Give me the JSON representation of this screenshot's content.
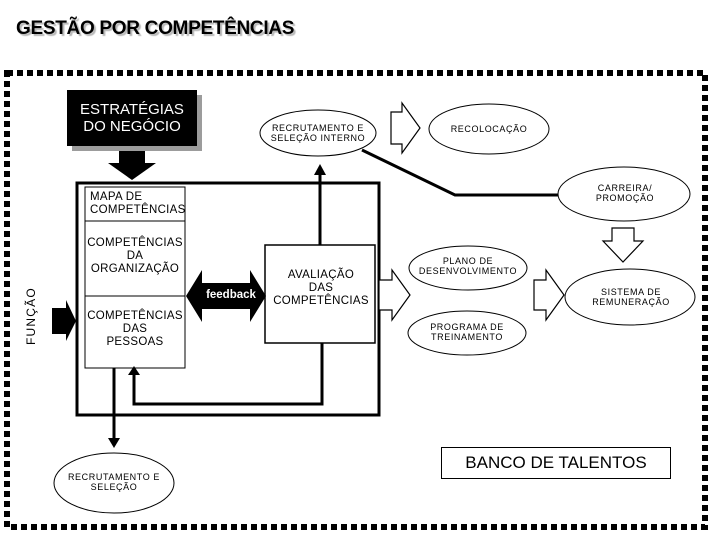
{
  "title": "GESTÃO POR COMPETÊNCIAS",
  "strategy": "ESTRATÉGIAS\nDO NEGÓCIO",
  "funcao": "FUNÇÃO",
  "central_box": {
    "map": "MAPA DE\nCOMPETÊNCIAS",
    "org": "COMPETÊNCIAS\nDA\nORGANIZAÇÃO",
    "people": "COMPETÊNCIAS\nDAS\nPESSOAS"
  },
  "feedback": "feedback",
  "evaluation": "AVALIAÇÃO\nDAS\nCOMPETÊNCIAS",
  "nodes": {
    "internal_recruitment": "RECRUTAMENTO E\nSELEÇÃO INTERNO",
    "relocation": "RECOLOCAÇÃO",
    "career": "CARREIRA/\nPROMOÇÃO",
    "development_plan": "PLANO DE\nDESENVOLVIMENTO",
    "training": "PROGRAMA DE\nTREINAMENTO",
    "compensation": "SISTEMA DE\nREMUNERAÇÃO",
    "recruitment": "RECRUTAMENTO E\nSELEÇÃO"
  },
  "talent_bank": "BANCO DE TALENTOS"
}
